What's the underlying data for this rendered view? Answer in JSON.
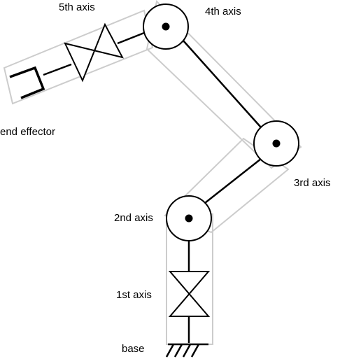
{
  "labels": {
    "fifth_axis": "5th axis",
    "fourth_axis": "4th axis",
    "third_axis": "3rd axis",
    "second_axis": "2nd axis",
    "first_axis": "1st axis",
    "end_effector": "end effector",
    "base": "base"
  },
  "colors": {
    "link_outline": "#cccccc",
    "structure": "#000000",
    "background": "#ffffff"
  },
  "icons": {
    "revolute_joint": "circle-with-dot",
    "prismatic_joint": "bowtie",
    "gripper": "bracket",
    "ground": "hatched-ground"
  }
}
